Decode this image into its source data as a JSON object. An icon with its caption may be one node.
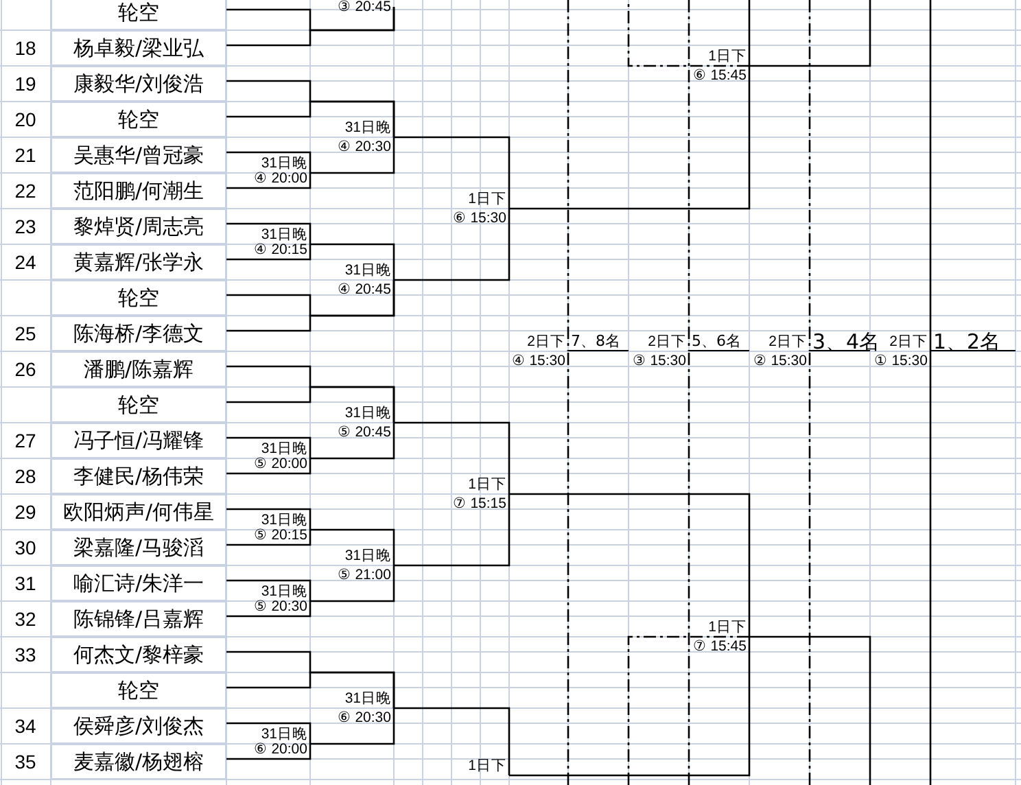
{
  "diagram": {
    "nodes": [
      {
        "text": [
          "轮空"
        ]
      },
      {
        "text": [
          "杨卓毅/梁业弘"
        ],
        "beside": [
          "18"
        ]
      },
      {
        "text": [
          "康毅华/刘俊浩"
        ],
        "beside": [
          "19"
        ]
      },
      {
        "text": [
          "轮空"
        ],
        "beside": [
          "20"
        ]
      },
      {
        "text": [
          "吴惠华/曾冠豪"
        ],
        "beside": [
          "21"
        ]
      },
      {
        "text": [
          "范阳鹏/何潮生"
        ],
        "beside": [
          "22"
        ]
      },
      {
        "text": [
          "黎焯贤/周志亮"
        ],
        "beside": [
          "23"
        ]
      },
      {
        "text": [
          "黄嘉辉/张学永"
        ],
        "beside": [
          "24"
        ]
      },
      {
        "text": [
          "轮空"
        ]
      },
      {
        "text": [
          "陈海桥/李德文"
        ],
        "beside": [
          "25"
        ]
      },
      {
        "text": [
          "潘鹏/陈嘉辉"
        ],
        "beside": [
          "26"
        ]
      },
      {
        "text": [
          "轮空"
        ]
      },
      {
        "text": [
          "冯子恒/冯耀锋"
        ],
        "beside": [
          "27"
        ]
      },
      {
        "text": [
          "李健民/杨伟荣"
        ],
        "beside": [
          "28"
        ]
      },
      {
        "text": [
          "欧阳炳声/何伟星"
        ],
        "beside": [
          "29"
        ]
      },
      {
        "text": [
          "梁嘉隆/马骏滔"
        ],
        "beside": [
          "30"
        ]
      },
      {
        "text": [
          "喻汇诗/朱洋一"
        ],
        "beside": [
          "31"
        ]
      },
      {
        "text": [
          "陈锦锋/吕嘉辉"
        ],
        "beside": [
          "32"
        ]
      },
      {
        "text": [
          "何杰文/黎梓豪"
        ],
        "beside": [
          "33"
        ]
      },
      {
        "text": [
          "轮空"
        ]
      },
      {
        "text": [
          "侯舜彦/刘俊杰"
        ],
        "beside": [
          "34"
        ]
      },
      {
        "text": [
          "麦嘉徽/杨翅榕"
        ],
        "beside": [
          "35"
        ]
      },
      {
        "text": [
          "③ 20:45"
        ]
      },
      {
        "text": [
          "31日晚",
          "④ 20:00"
        ]
      },
      {
        "text": [
          "31日晚",
          "④ 20:30"
        ]
      },
      {
        "text": [
          "31日晚",
          "④ 20:15"
        ]
      },
      {
        "text": [
          "31日晚",
          "④ 20:45"
        ]
      },
      {
        "text": [
          "1日下",
          "⑥ 15:30"
        ]
      },
      {
        "text": [
          "1日下",
          "⑥ 15:45"
        ]
      },
      {
        "text": [
          "2日下",
          "④ 15:30"
        ],
        "beside": [
          "7、8名"
        ]
      },
      {
        "text": [
          "2日下",
          "③ 15:30"
        ],
        "beside": [
          "5、6名"
        ]
      },
      {
        "text": [
          "2日下",
          "② 15:30"
        ],
        "beside": [
          "3、4名"
        ]
      },
      {
        "text": [
          "2日下",
          "① 15:30"
        ],
        "beside": [
          "1、2名"
        ]
      },
      {
        "text": [
          "31日晚",
          "⑤ 20:00"
        ]
      },
      {
        "text": [
          "31日晚",
          "⑤ 20:45"
        ]
      },
      {
        "text": [
          "31日晚",
          "⑤ 20:15"
        ]
      },
      {
        "text": [
          "31日晚",
          "⑤ 20:30"
        ]
      },
      {
        "text": [
          "31日晚",
          "⑤ 21:00"
        ]
      },
      {
        "text": [
          "1日下",
          "⑦ 15:15"
        ]
      },
      {
        "text": [
          "1日下",
          "⑦ 15:45"
        ]
      },
      {
        "text": [
          "31日晚",
          "⑥ 20:00"
        ]
      },
      {
        "text": [
          "31日晚",
          "⑥ 20:30"
        ]
      },
      {
        "text": [
          "1日下"
        ]
      }
    ],
    "edges": [
      {
        "from": 0,
        "to": 22,
        "arrow": "none"
      },
      {
        "from": 1,
        "to": 22,
        "arrow": "none"
      },
      {
        "from": 2,
        "to": 24,
        "arrow": "none"
      },
      {
        "from": 3,
        "to": 24,
        "arrow": "none"
      },
      {
        "from": 4,
        "to": 23,
        "arrow": "none"
      },
      {
        "from": 5,
        "to": 23,
        "arrow": "none"
      },
      {
        "from": 6,
        "to": 25,
        "arrow": "none"
      },
      {
        "from": 7,
        "to": 25,
        "arrow": "none"
      },
      {
        "from": 8,
        "to": 26,
        "arrow": "none"
      },
      {
        "from": 9,
        "to": 26,
        "arrow": "none"
      },
      {
        "from": 23,
        "to": 24,
        "arrow": "none"
      },
      {
        "from": 25,
        "to": 26,
        "arrow": "none"
      },
      {
        "from": 24,
        "to": 27,
        "arrow": "none"
      },
      {
        "from": 26,
        "to": 27,
        "arrow": "none"
      },
      {
        "from": 27,
        "to": 28,
        "arrow": "none"
      },
      {
        "from": null,
        "to": 28,
        "arrow": "none"
      },
      {
        "from": 28,
        "to": null,
        "arrow": "none"
      },
      {
        "from": 28,
        "to": null,
        "arrow": "none",
        "style": "dashed"
      },
      {
        "from": null,
        "to": 29,
        "arrow": "none",
        "style": "dashed"
      },
      {
        "from": null,
        "to": 29,
        "arrow": "none",
        "style": "dashed"
      },
      {
        "from": null,
        "to": 30,
        "arrow": "none",
        "style": "dashed"
      },
      {
        "from": null,
        "to": 30,
        "arrow": "none",
        "style": "dashed"
      },
      {
        "from": null,
        "to": 31,
        "arrow": "none",
        "style": "dashed"
      },
      {
        "from": null,
        "to": 31,
        "arrow": "none",
        "style": "dashed"
      },
      {
        "from": null,
        "to": 32,
        "arrow": "none"
      },
      {
        "from": null,
        "to": 32,
        "arrow": "none"
      },
      {
        "from": 10,
        "to": 34,
        "arrow": "none"
      },
      {
        "from": 11,
        "to": 34,
        "arrow": "none"
      },
      {
        "from": 12,
        "to": 33,
        "arrow": "none"
      },
      {
        "from": 13,
        "to": 33,
        "arrow": "none"
      },
      {
        "from": 14,
        "to": 35,
        "arrow": "none"
      },
      {
        "from": 15,
        "to": 35,
        "arrow": "none"
      },
      {
        "from": 16,
        "to": 36,
        "arrow": "none"
      },
      {
        "from": 17,
        "to": 36,
        "arrow": "none"
      },
      {
        "from": 18,
        "to": 41,
        "arrow": "none"
      },
      {
        "from": 19,
        "to": 41,
        "arrow": "none"
      },
      {
        "from": 20,
        "to": 40,
        "arrow": "none"
      },
      {
        "from": 21,
        "to": 40,
        "arrow": "none"
      },
      {
        "from": 33,
        "to": 34,
        "arrow": "none"
      },
      {
        "from": 35,
        "to": 37,
        "arrow": "none"
      },
      {
        "from": 36,
        "to": 37,
        "arrow": "none"
      },
      {
        "from": 34,
        "to": 38,
        "arrow": "none"
      },
      {
        "from": 37,
        "to": 38,
        "arrow": "none"
      },
      {
        "from": 38,
        "to": 39,
        "arrow": "none"
      },
      {
        "from": 40,
        "to": 41,
        "arrow": "none"
      },
      {
        "from": 41,
        "to": 42,
        "arrow": "none"
      },
      {
        "from": 42,
        "to": 39,
        "arrow": "none"
      },
      {
        "from": 39,
        "to": null,
        "arrow": "none"
      },
      {
        "from": 39,
        "to": null,
        "arrow": "none",
        "style": "dashed"
      }
    ]
  }
}
